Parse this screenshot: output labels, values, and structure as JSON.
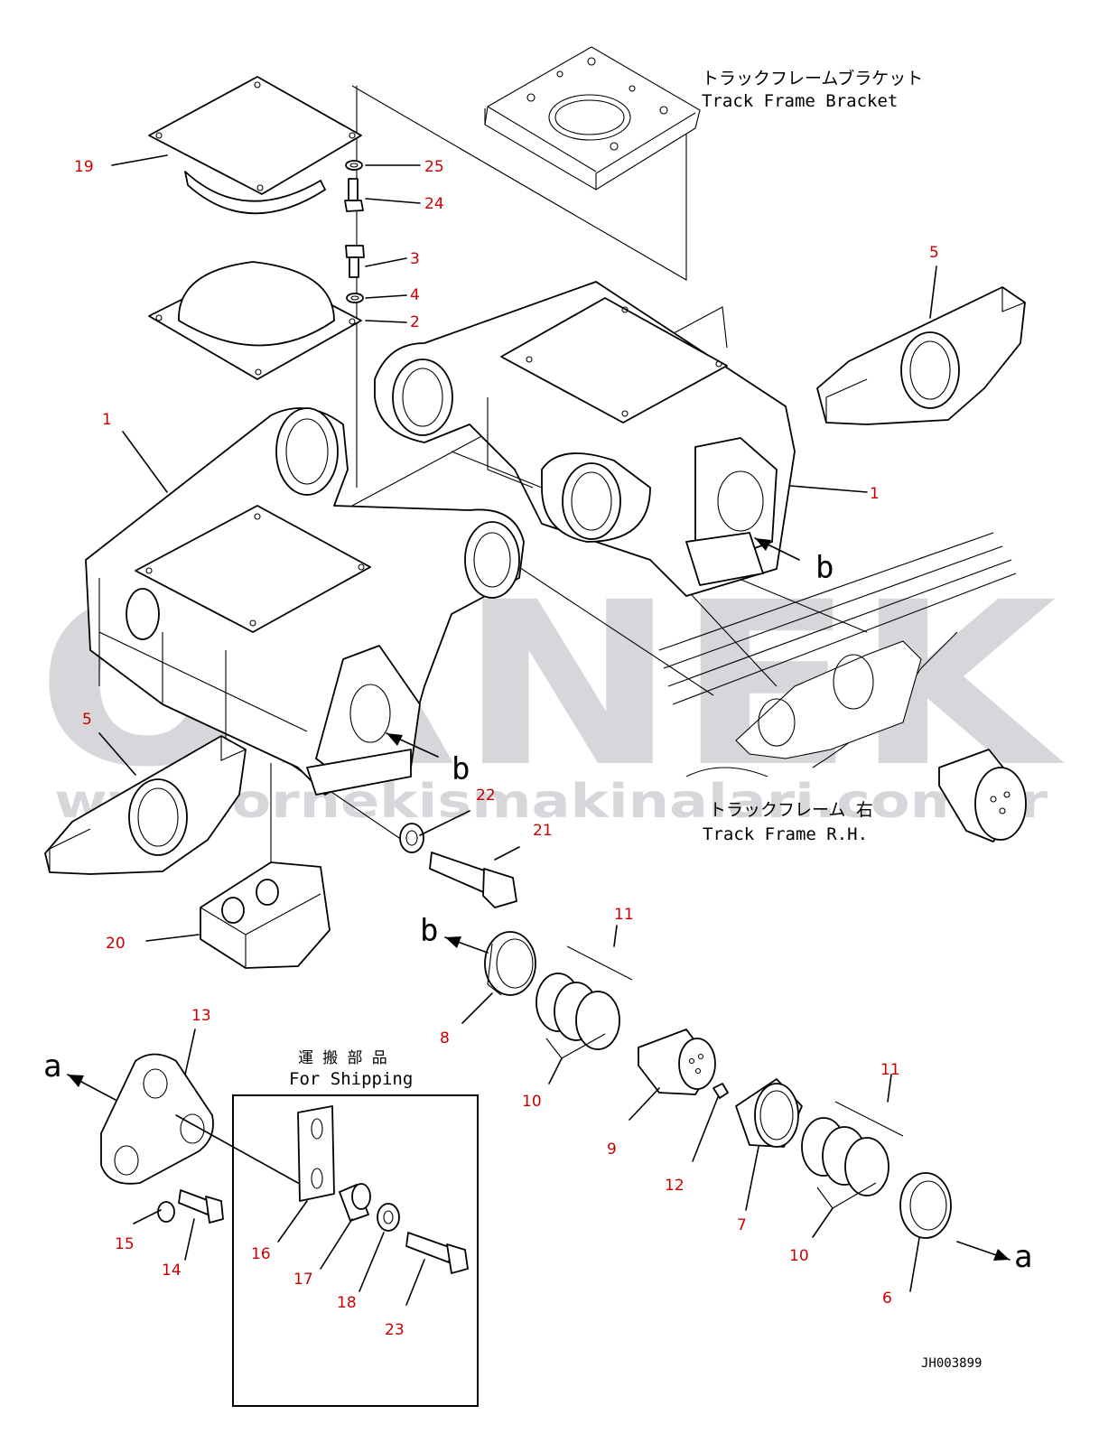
{
  "captions": {
    "bracket_jp": "トラックフレームブラケット",
    "bracket_en": "Track Frame Bracket",
    "frame_jp": "トラックフレーム 右",
    "frame_en": "Track Frame R.H.",
    "shipping_jp": "運 搬 部 品",
    "shipping_en": "For Shipping",
    "drawing_no": "JH003899"
  },
  "watermark": {
    "brand": "ORNEK",
    "url": "www.ornekismakinalari.com.tr"
  },
  "view_markers": {
    "a": "a",
    "b": "b"
  },
  "callouts": [
    "1",
    "1",
    "2",
    "3",
    "4",
    "5",
    "5",
    "6",
    "7",
    "8",
    "9",
    "10",
    "10",
    "11",
    "11",
    "12",
    "13",
    "14",
    "15",
    "16",
    "17",
    "18",
    "19",
    "20",
    "21",
    "22",
    "23",
    "24",
    "25"
  ],
  "colors": {
    "callout": "#cc0000",
    "ink": "#000000",
    "watermark": "#b8b8bf"
  }
}
